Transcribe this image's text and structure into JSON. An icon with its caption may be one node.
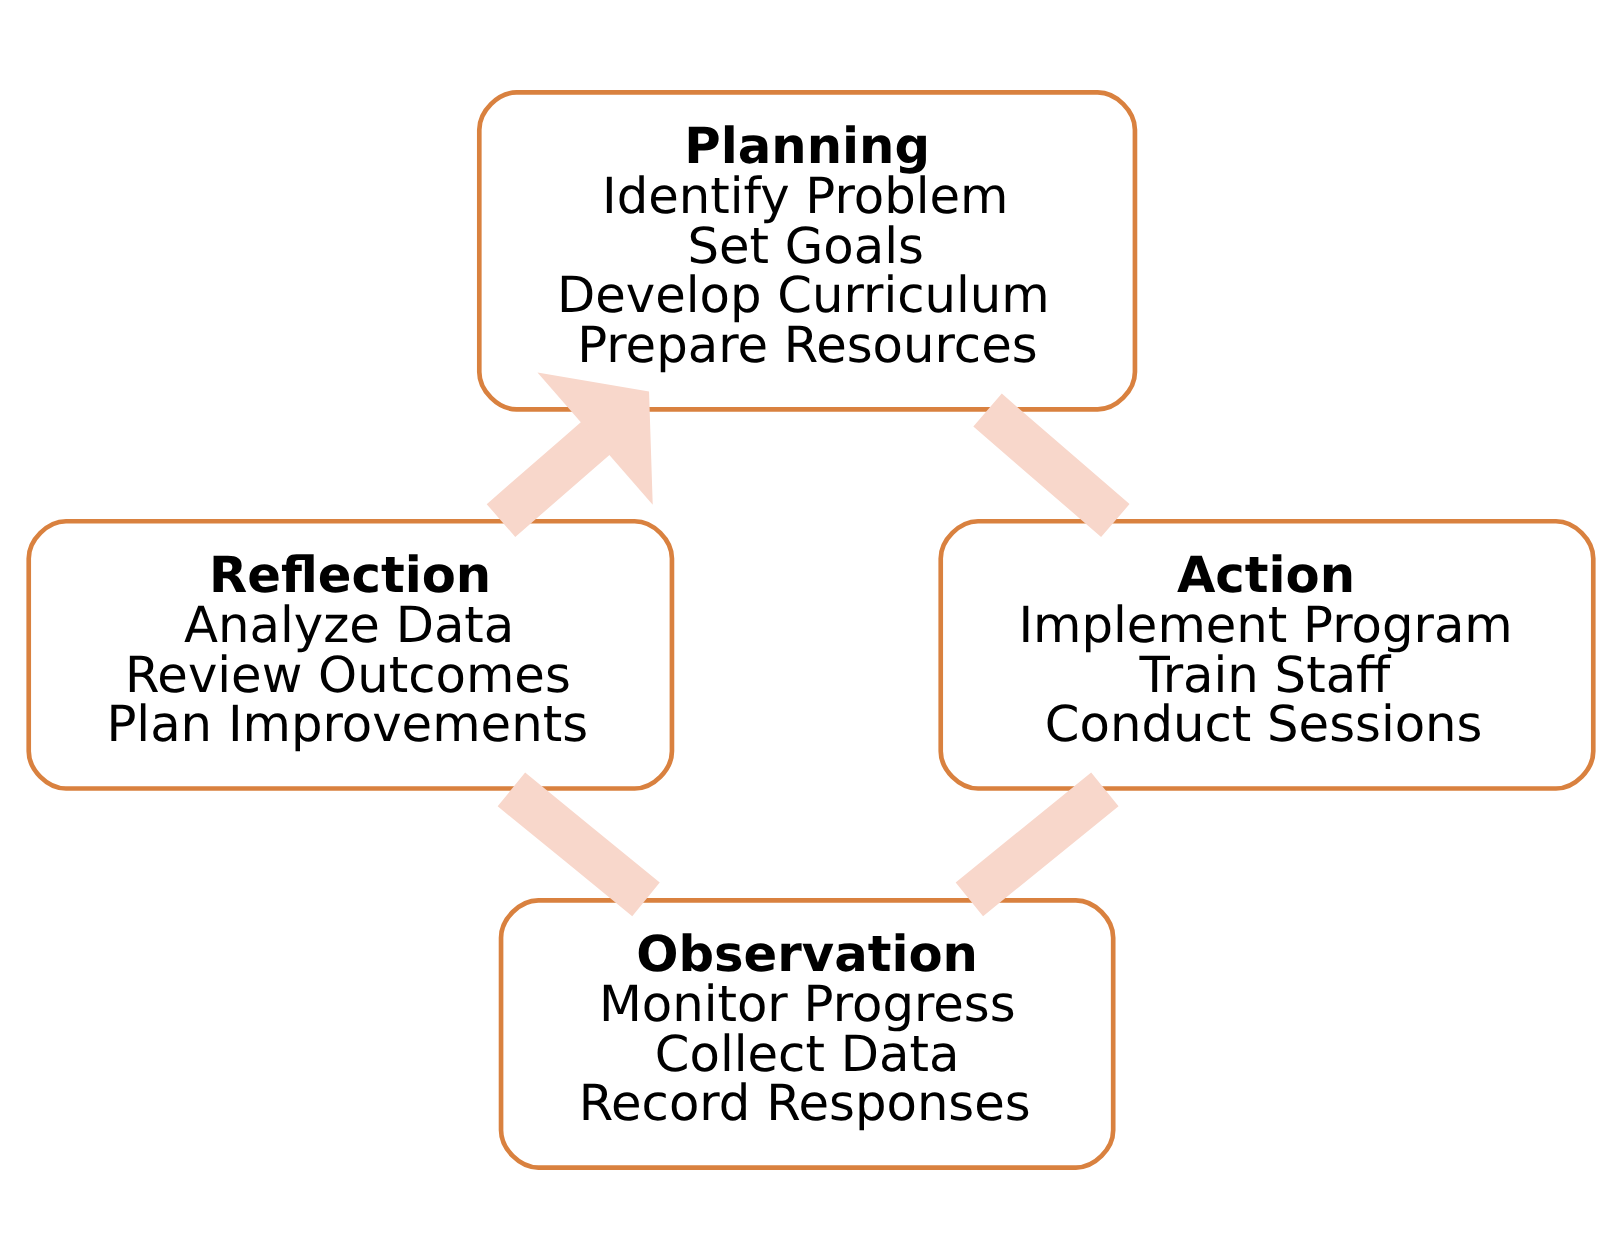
{
  "diagram": {
    "nodes": [
      {
        "text": [
          "Planning",
          "Identify Problem",
          "Set Goals",
          "Develop Curriculum",
          "Prepare Resources"
        ]
      },
      {
        "text": [
          "Action",
          "Implement Program",
          "Train Staff",
          "Conduct Sessions"
        ]
      },
      {
        "text": [
          "Observation",
          "Monitor Progress",
          "Collect Data",
          "Record Responses"
        ]
      },
      {
        "text": [
          "Reflection",
          "Analyze Data",
          "Review Outcomes",
          "Plan Improvements"
        ]
      }
    ],
    "edges": [
      {
        "from": 0,
        "to": 1,
        "arrow": "none",
        "color": "#f8d7cb"
      },
      {
        "from": 1,
        "to": 2,
        "arrow": "none",
        "color": "#f8d7cb"
      },
      {
        "from": 2,
        "to": 3,
        "arrow": "none",
        "color": "#f8d7cb"
      },
      {
        "from": 3,
        "to": 0,
        "arrow": "to",
        "color": "#f8d7cb"
      }
    ]
  }
}
